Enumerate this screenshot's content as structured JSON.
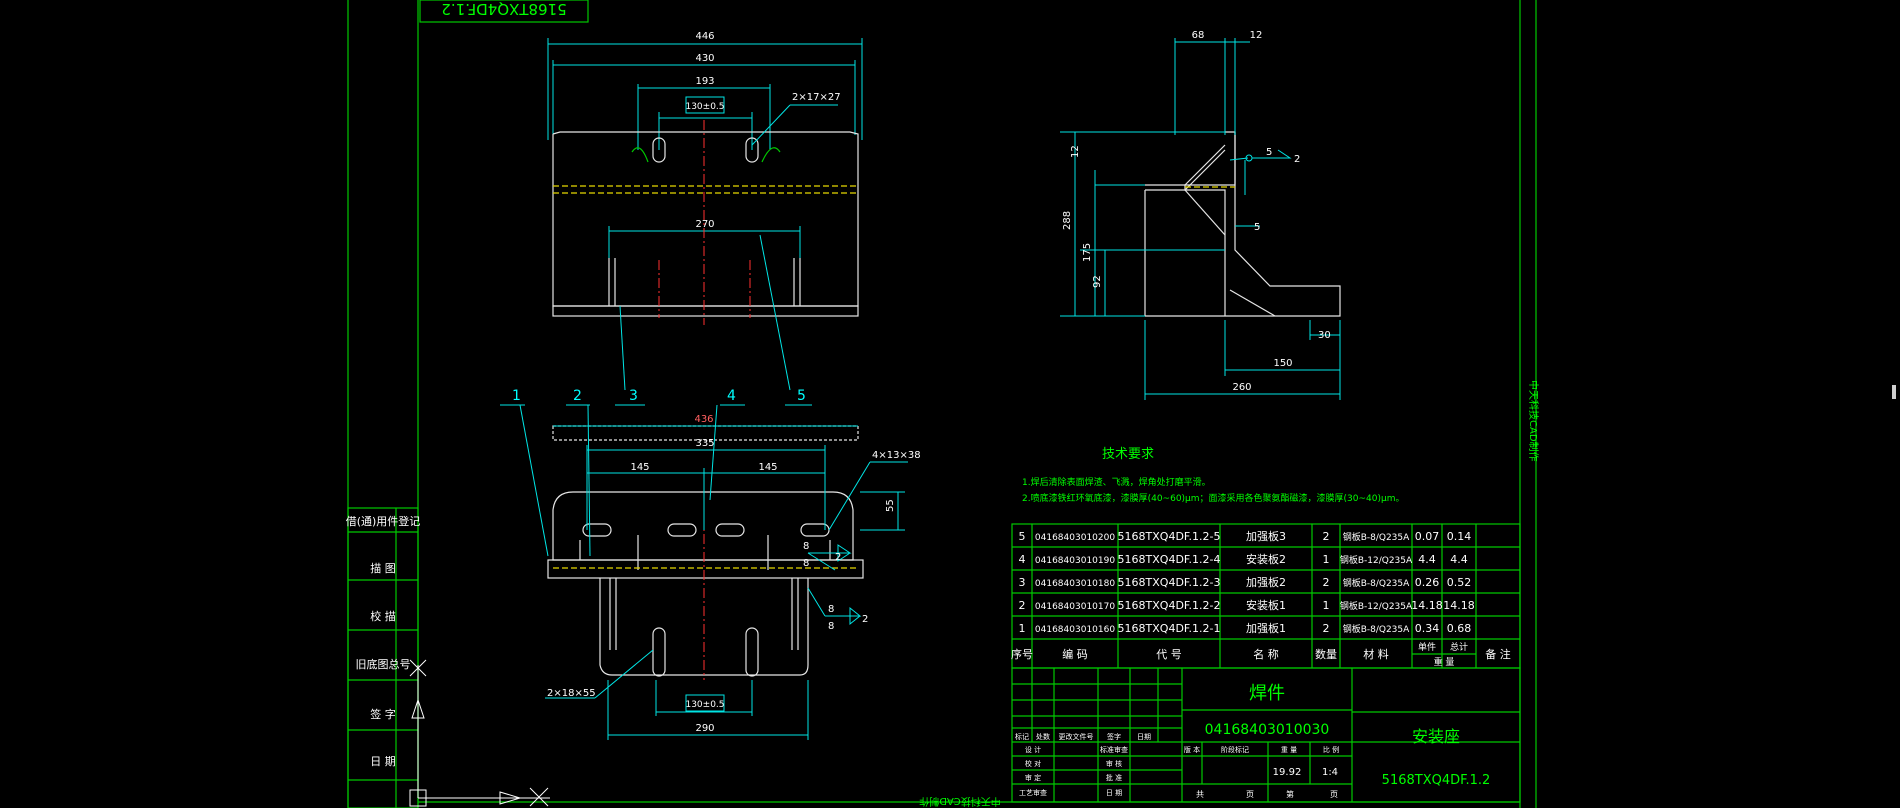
{
  "stamp_top": "5168TXQ4DF.1.2",
  "side_label_right": "中天科技CAD制作",
  "side_label_bottom": "中天科技CAD制作",
  "front_view": {
    "dims": {
      "d446": "446",
      "d430": "430",
      "d193": "193",
      "d130": "130±0.5",
      "d270": "270"
    },
    "hole_note": "2×17×27"
  },
  "side_view": {
    "dims": {
      "d68": "68",
      "d12a": "12",
      "d12b": "12",
      "d5a": "5",
      "d5b": "5",
      "d288": "288",
      "d175": "175",
      "d92": "92",
      "d30": "30",
      "d150": "150",
      "d260": "260"
    },
    "weld_num": "2"
  },
  "top_view": {
    "dims": {
      "d436": "436",
      "d335": "335",
      "d145a": "145",
      "d145b": "145",
      "d55": "55",
      "d130": "130±0.5",
      "d290": "290"
    },
    "hole_note_top": "4×13×38",
    "hole_note_bottom": "2×18×55",
    "weld_a": "8",
    "weld_b": "8",
    "weld_c": "8",
    "weld_d": "8",
    "weld_n1": "2",
    "weld_n2": "2"
  },
  "balloons": [
    "1",
    "2",
    "3",
    "4",
    "5"
  ],
  "tech_req": {
    "title": "技术要求",
    "line1": "1.焊后清除表面焊渣、飞溅，焊角处打磨平滑。",
    "line2": "2.喷底漆铁红环氧底漆，漆膜厚(40~60)μm；面漆采用各色聚氨酯磁漆，漆膜厚(30~40)μm。"
  },
  "bom": {
    "rows": [
      {
        "no": "5",
        "code": "04168403010200",
        "ref": "5168TXQ4DF.1.2-5",
        "name": "加强板3",
        "qty": "2",
        "mat": "钢板B-8/Q235A",
        "unit": "0.07",
        "total": "0.14"
      },
      {
        "no": "4",
        "code": "04168403010190",
        "ref": "5168TXQ4DF.1.2-4",
        "name": "安装板2",
        "qty": "1",
        "mat": "钢板B-12/Q235A",
        "unit": "4.4",
        "total": "4.4"
      },
      {
        "no": "3",
        "code": "04168403010180",
        "ref": "5168TXQ4DF.1.2-3",
        "name": "加强板2",
        "qty": "2",
        "mat": "钢板B-8/Q235A",
        "unit": "0.26",
        "total": "0.52"
      },
      {
        "no": "2",
        "code": "04168403010170",
        "ref": "5168TXQ4DF.1.2-2",
        "name": "安装板1",
        "qty": "1",
        "mat": "钢板B-12/Q235A",
        "unit": "14.18",
        "total": "14.18"
      },
      {
        "no": "1",
        "code": "04168403010160",
        "ref": "5168TXQ4DF.1.2-1",
        "name": "加强板1",
        "qty": "2",
        "mat": "钢板B-8/Q235A",
        "unit": "0.34",
        "total": "0.68"
      }
    ],
    "headers": {
      "no": "序号",
      "code": "编 码",
      "ref": "代 号",
      "name": "名 称",
      "qty": "数量",
      "mat": "材 料",
      "unit": "单件",
      "total": "总计",
      "weight": "重 量",
      "note": "备 注"
    }
  },
  "title_block": {
    "type": "焊件",
    "code": "04168403010030",
    "name": "安装座",
    "drawing_no": "5168TXQ4DF.1.2",
    "weight": "19.92",
    "scale": "1:4",
    "small_labels": [
      "标记",
      "处数",
      "更改文件号",
      "签字",
      "日期",
      "设 计",
      "标准审查",
      "校 对",
      "审 定",
      "审 核",
      "批 准",
      "工艺审查",
      "日 期"
    ],
    "stage": "版 本",
    "mark": "阶段标记",
    "wt_label": "重 量",
    "sc_label": "比 例",
    "sheet_a": "共",
    "sheet_a2": "页",
    "sheet_b": "第",
    "sheet_b2": "页"
  },
  "left_sidebar": [
    "借(通)用件登记",
    "描 图",
    "校 描",
    "旧底图总号",
    "签 字",
    "日 期"
  ]
}
